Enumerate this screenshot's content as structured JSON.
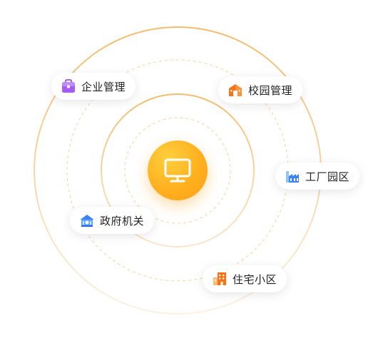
{
  "hub": {
    "icon": "monitor-icon",
    "color": "#ffb01f"
  },
  "nodes": [
    {
      "id": "enterprise",
      "label": "企业管理",
      "icon": "enterprise-briefcase-icon",
      "color": "#a855f7"
    },
    {
      "id": "campus",
      "label": "校园管理",
      "icon": "school-building-icon",
      "color": "#f97316"
    },
    {
      "id": "factory",
      "label": "工厂园区",
      "icon": "factory-icon",
      "color": "#3b82f6"
    },
    {
      "id": "government",
      "label": "政府机关",
      "icon": "government-building-icon",
      "color": "#3b82f6"
    },
    {
      "id": "residential",
      "label": "住宅小区",
      "icon": "residential-building-icon",
      "color": "#f97316"
    }
  ],
  "theme": {
    "ring_color": "#f4c27a",
    "dashed_ring_color": "#f6d3a0"
  }
}
